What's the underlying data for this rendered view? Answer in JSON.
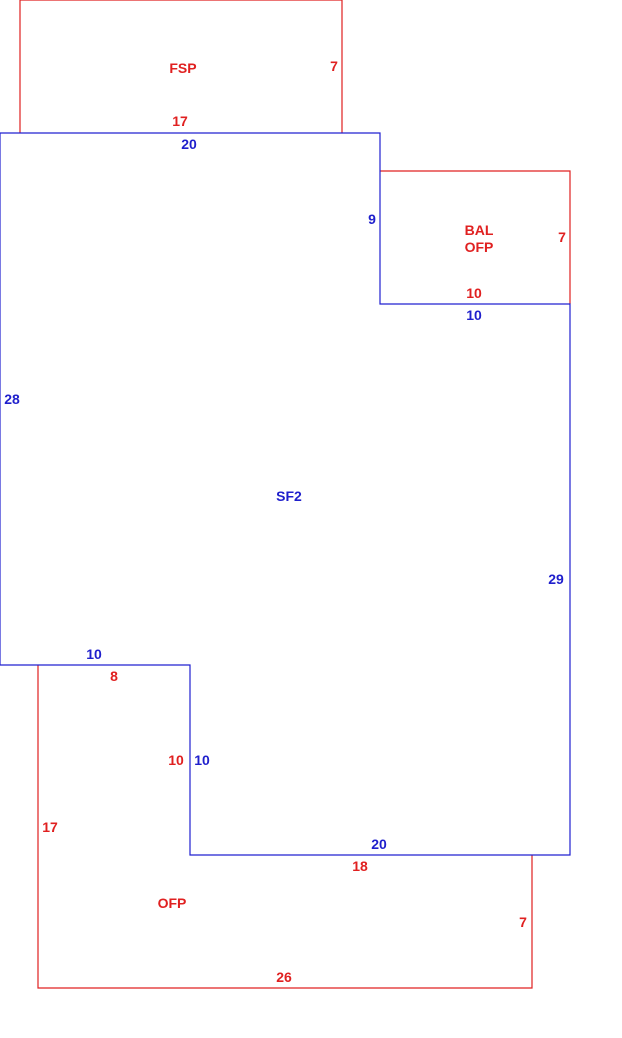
{
  "colors": {
    "primary_outline": "#2020d0",
    "addition_outline": "#e02020"
  },
  "areas": {
    "main": {
      "code": "SF2"
    },
    "fsp": {
      "code": "FSP"
    },
    "bal": {
      "code_line1": "BAL",
      "code_line2": "OFP"
    },
    "ofp": {
      "code": "OFP"
    }
  },
  "dimensions": {
    "fsp_right": "7",
    "fsp_bottom": "17",
    "main_top": "20",
    "main_notch_left": "9",
    "bal_right": "7",
    "bal_bottom": "10",
    "main_notch_bottom": "10",
    "main_left": "28",
    "main_right": "29",
    "main_step_top": "10",
    "ofp_top": "8",
    "ofp_inner": "10",
    "main_step_right": "10",
    "ofp_left": "17",
    "main_bottom": "20",
    "ofp_inner_bottom": "18",
    "ofp_right": "7",
    "ofp_bottom": "26"
  }
}
